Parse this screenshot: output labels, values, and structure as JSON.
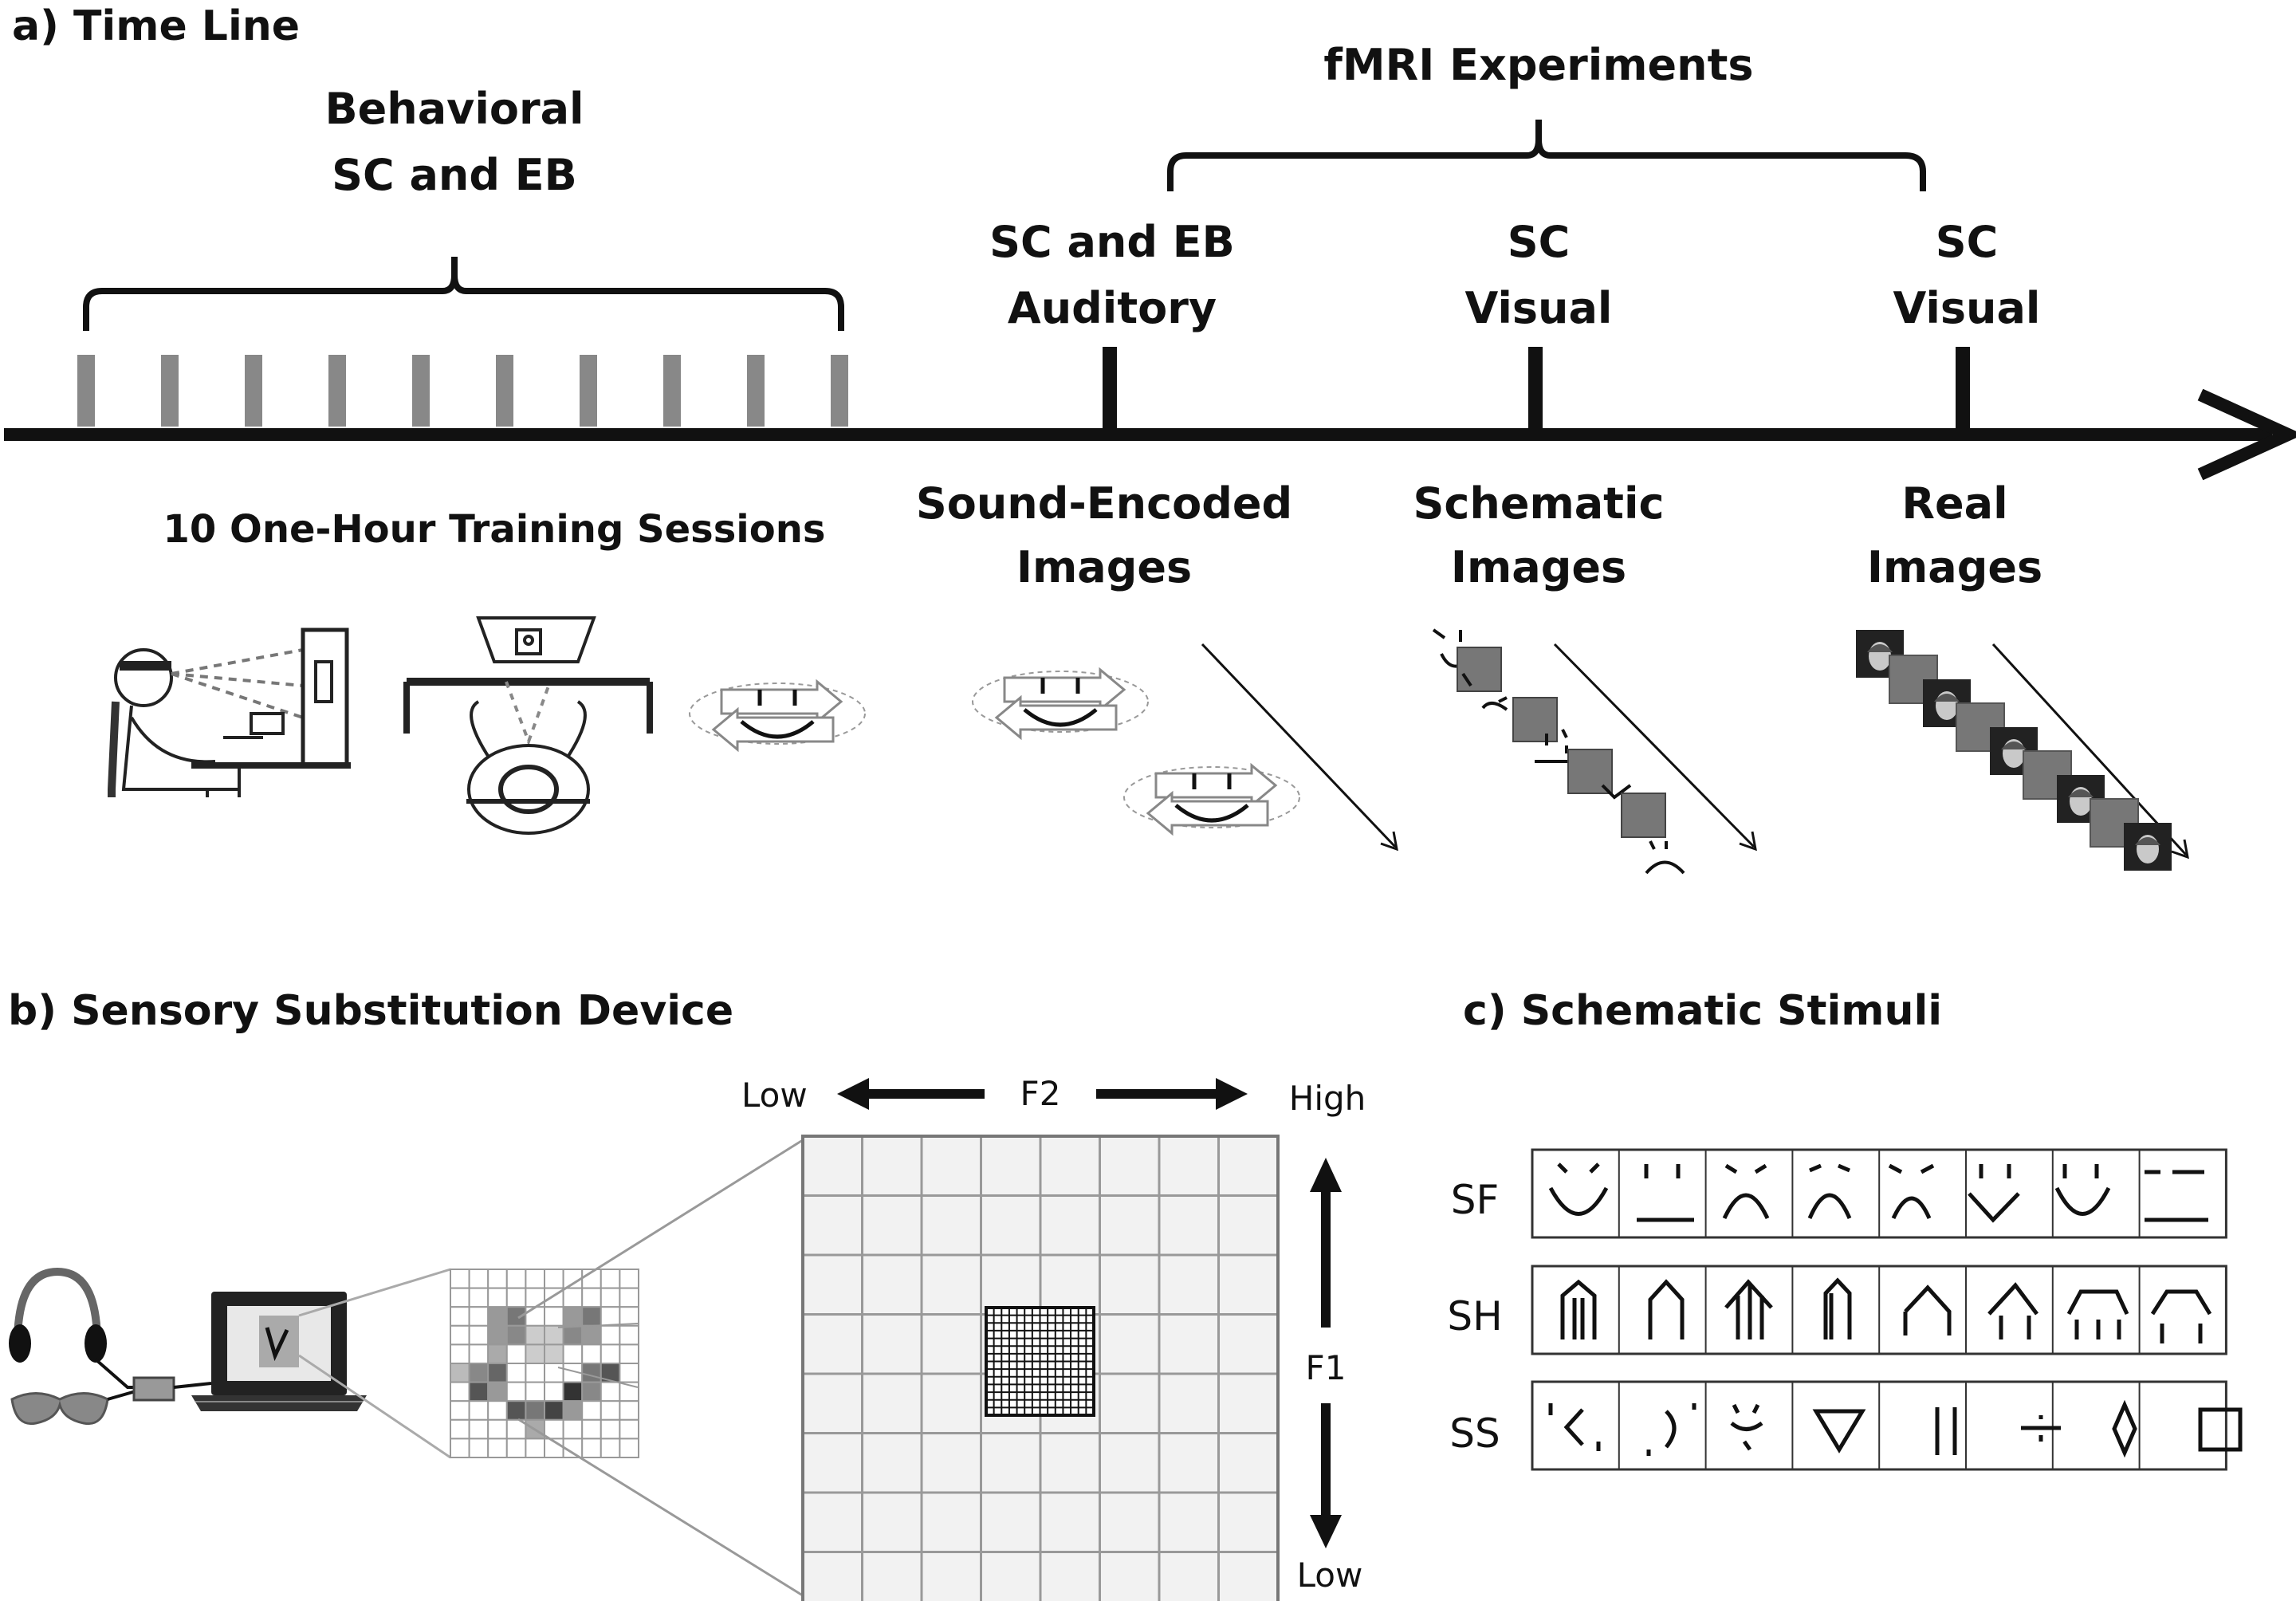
{
  "panel_a": {
    "title": "a) Time Line",
    "fmri_label": "fMRI Experiments",
    "behavioral_line1": "Behavioral",
    "behavioral_line2": "SC and  EB",
    "sessions_label": "10 One-Hour Training Sessions",
    "session_count": 10,
    "exp1_line1": "SC and  EB",
    "exp1_line2": "Auditory",
    "exp2_line1": "SC",
    "exp2_line2": "Visual",
    "exp3_line1": "SC",
    "exp3_line2": "Visual",
    "stim1_line1": "Sound-Encoded",
    "stim1_line2": "Images",
    "stim2_line1": "Schematic",
    "stim2_line2": "Images",
    "stim3_line1": "Real",
    "stim3_line2": "Images"
  },
  "panel_b": {
    "title": "b) Sensory  Substitution  Device",
    "f2_label": "F2",
    "f2_low": "Low",
    "f2_high": "High",
    "f1_label": "F1",
    "f1_low": "Low"
  },
  "panel_c": {
    "title": "c) Schematic Stimuli",
    "rows": [
      "SF",
      "SH",
      "SS"
    ]
  },
  "colors": {
    "ink": "#111111",
    "session_tick": "#888888",
    "grid_fill": "#f2f2f2",
    "grid_line": "#999999"
  }
}
